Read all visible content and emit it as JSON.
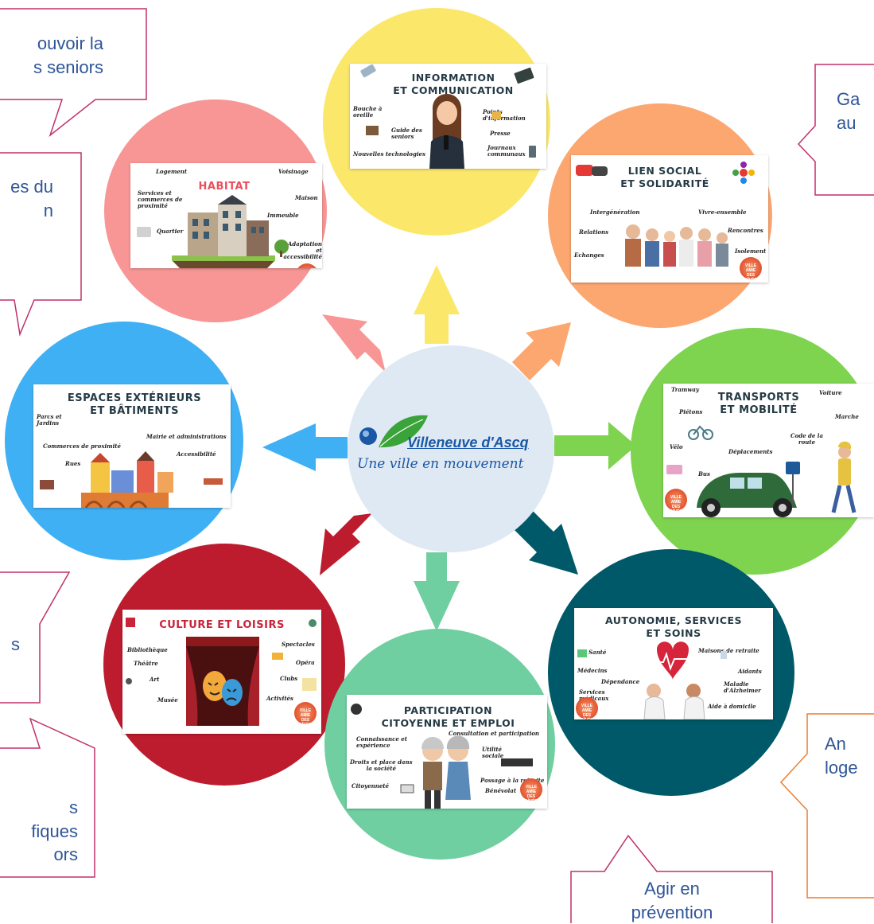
{
  "colors": {
    "pink": "#f79694",
    "yellow": "#fbe76a",
    "orange": "#fca670",
    "blue": "#40b0f4",
    "green": "#7ed34f",
    "red": "#bc1c2e",
    "teal": "#6fcfa1",
    "petrol": "#005968",
    "center": "#dfe9f3",
    "bubble_border_magenta": "#c0306a",
    "bubble_border_orange": "#ec7d31",
    "text_blue": "#2f5597"
  },
  "center": {
    "brand": "Villeneuve d'Ascq",
    "slogan": "Une ville en mouvement",
    "icon": "leaf-logo-icon"
  },
  "themes": {
    "habitat": {
      "title": "HABITAT",
      "keywords": [
        "Logement",
        "Voisinage",
        "Services et\ncommerces de\nproximité",
        "Maison",
        "Immeuble",
        "Quartier",
        "Adaptation et\naccessibilité"
      ]
    },
    "information": {
      "title": "INFORMATION\nET COMMUNICATION",
      "keywords": [
        "Bouche à\noreille",
        "Points\nd'information",
        "Guide des\nseniors",
        "Presse",
        "Nouvelles technologies",
        "Journaux\ncommunaux"
      ]
    },
    "lien_social": {
      "title": "LIEN SOCIAL\nET SOLIDARITÉ",
      "keywords": [
        "Intergénération",
        "Vivre-ensemble",
        "Relations",
        "Rencontres",
        "Echanges",
        "Isolement"
      ]
    },
    "espaces": {
      "title": "ESPACES EXTÉRIEURS\nET BÂTIMENTS",
      "keywords": [
        "Parcs et\nJardins",
        "Mairie et administrations",
        "Commerces de proximité",
        "Accessibilité",
        "Rues"
      ]
    },
    "transports": {
      "title": "TRANSPORTS\nET MOBILITÉ",
      "keywords": [
        "Tramway",
        "Voiture",
        "Piétons",
        "Marche",
        "Code de la\nroute",
        "Vélo",
        "Déplacements",
        "Bus"
      ]
    },
    "culture": {
      "title": "CULTURE ET LOISIRS",
      "keywords": [
        "Bibliothèque",
        "Spectacles",
        "Théâtre",
        "Opéra",
        "Art",
        "Clubs",
        "Musée",
        "Activités"
      ]
    },
    "autonomie": {
      "title": "AUTONOMIE, SERVICES\nET SOINS",
      "keywords": [
        "Santé",
        "Maisons de retraite",
        "Médecins",
        "Aidants",
        "Dépendance",
        "Maladie\nd'Alzheimer",
        "Services\nmédicaux",
        "Aide à domicile"
      ]
    },
    "participation": {
      "title": "PARTICIPATION\nCITOYENNE ET EMPLOI",
      "keywords": [
        "Connaissance et\nexpérience",
        "Consultation et participation",
        "Utilité\nsociale",
        "Droits et place dans\nla société",
        "Citoyenneté",
        "Passage à la retraite",
        "Bénévolat"
      ]
    }
  },
  "badge_text": "VILLE\nAMIE\nDES\nAÎNÉS",
  "bubbles": {
    "top_left": "ouvoir la\ns seniors",
    "left_mid": "es du\nn",
    "left_low": "s",
    "bottom_left": "s\nfiques\nors",
    "top_right": "Ga\nau",
    "bottom_right": "An\nloge",
    "bottom_center": "Agir en\nprévention"
  }
}
